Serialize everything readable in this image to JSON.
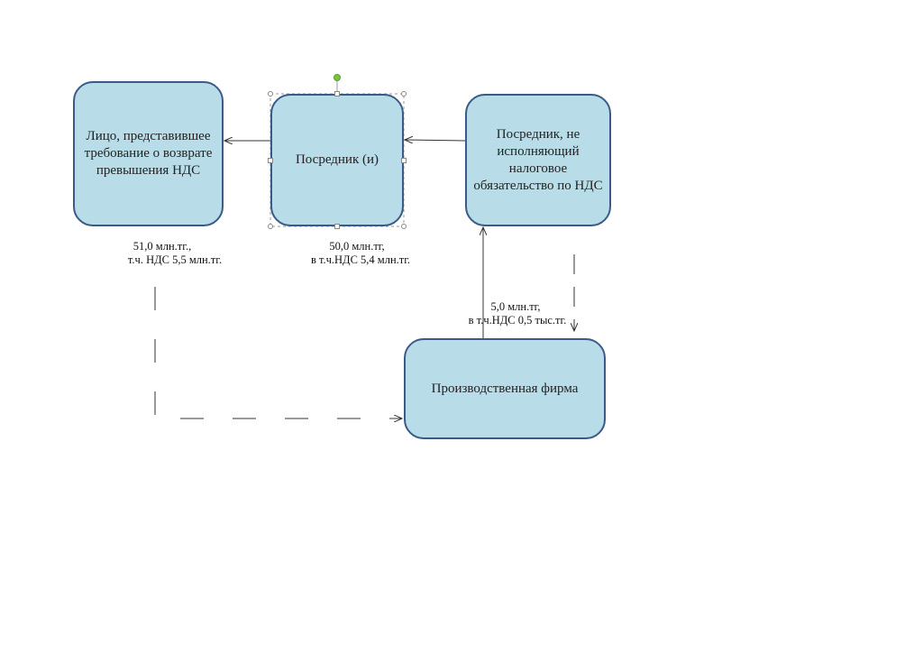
{
  "boxes": {
    "person": "Лицо, представившее требование о возврате превышения НДС",
    "intermediary": "Посредник (и)",
    "non_compliant": "Посредник, не исполняющий налоговое обязательство по НДС",
    "factory": "Производственная фирма"
  },
  "labels": {
    "flow1_line1": "51,0 млн.тг.,",
    "flow1_line2": "т.ч. НДС 5,5 млн.тг.",
    "flow2_line1": "50,0 млн.тг,",
    "flow2_line2": "в т.ч.НДС 5,4 млн.тг.",
    "flow3_line1": "5,0 млн.тг,",
    "flow3_line2": "в т.ч.НДС 0,5 тыс.тг."
  },
  "colors": {
    "box_fill": "#b8dde8",
    "box_border": "#3c5a88"
  }
}
